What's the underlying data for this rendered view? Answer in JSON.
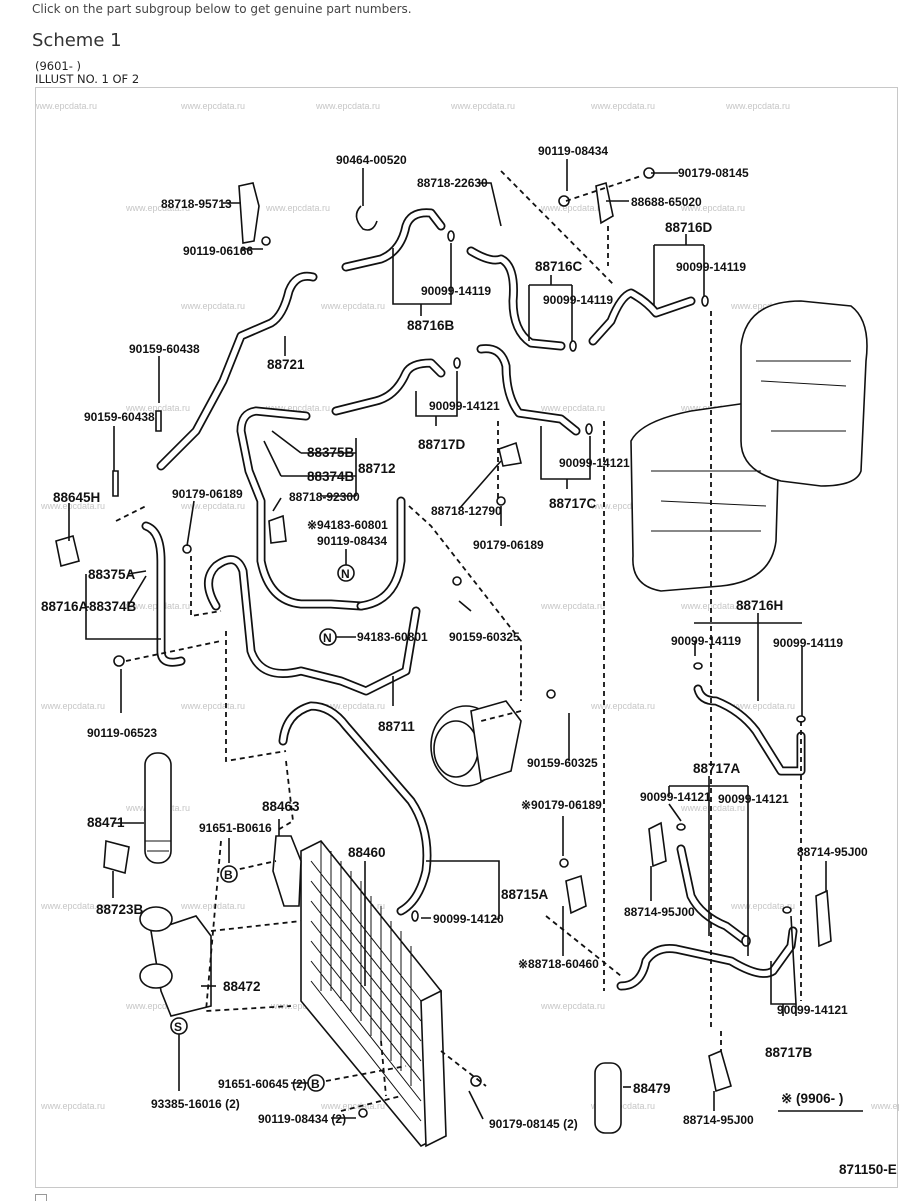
{
  "page": {
    "intro": "Click on the part subgroup below to get genuine part numbers.",
    "scheme_title": "Scheme 1",
    "date_range": "(9601- )",
    "illust_no": "ILLUST NO. 1 OF 2"
  },
  "diagram": {
    "figure_id": "871150-E",
    "footnote": "※ (9906-      )",
    "watermark": "www.epcdata.ru",
    "callouts": {
      "p1": "90464-00520",
      "p2": "88718-95713",
      "p3": "90119-06166",
      "p4": "88718-22630",
      "p5": "90119-08434",
      "p6": "90179-08145",
      "p7": "88688-65020",
      "p8": "88716D",
      "p9": "90099-14119",
      "p10": "88716C",
      "p11": "90099-14119",
      "p12": "90099-14119",
      "p13": "88716B",
      "p14": "88721",
      "p15": "90159-60438",
      "p16": "90159-60438",
      "p17": "90099-14121",
      "p18": "88717D",
      "p19": "88375B",
      "p20": "88374B",
      "p21": "88712",
      "p22": "88718-92300",
      "p23": "90099-14121",
      "p24": "88717C",
      "p25": "88645H",
      "p26": "90179-06189",
      "p27": "※94183-60801",
      "p28": "90119-08434",
      "p29": "88718-12790",
      "p30": "90179-06189",
      "p31": "88375A",
      "p32": "88716A",
      "p33": "88374B",
      "p34": "94183-60801",
      "p35": "90159-60325",
      "p36": "88716H",
      "p37": "90099-14119",
      "p38": "90099-14119",
      "p39": "90119-06523",
      "p40": "88711",
      "p41": "90159-60325",
      "p42": "88717A",
      "p43": "90099-14121",
      "p44": "90099-14121",
      "p45": "88471",
      "p46": "88463",
      "p47": "91651-B0616",
      "p48": "88460",
      "p49": "※90179-06189",
      "p50": "88714-95J00",
      "p51": "88714-95J00",
      "p52": "88723B",
      "p53": "88715A",
      "p54": "90099-14120",
      "p55": "※88718-60460",
      "p56": "88472",
      "p57": "90099-14121",
      "p58": "88717B",
      "p59": "93385-16016 (2)",
      "p60": "91651-60645 (2)",
      "p61": "88479",
      "p62": "90119-08434 (2)",
      "p63": "90179-08145 (2)",
      "p64": "88714-95J00"
    },
    "symbols": {
      "n": "N",
      "b": "B",
      "s": "S"
    }
  }
}
